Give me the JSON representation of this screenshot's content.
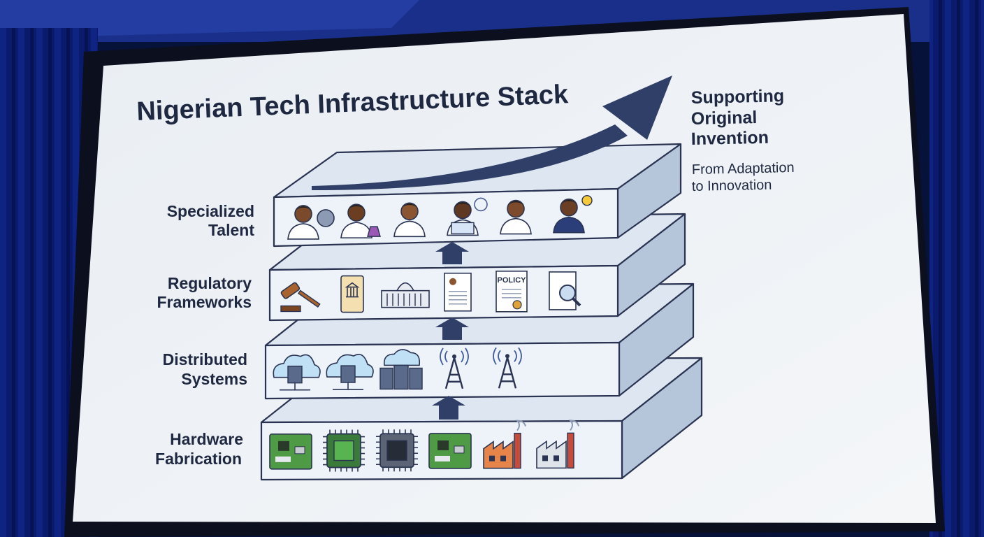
{
  "slide": {
    "title": "Nigerian Tech Infrastructure Stack",
    "side_heading": [
      "Supporting",
      "Original",
      "Invention"
    ],
    "side_subtext": [
      "From Adaptation",
      "to Innovation"
    ]
  },
  "layers": [
    {
      "label_lines": [
        "Specialized",
        "Talent"
      ],
      "icons": [
        "engineer-with-gear-icon",
        "scientist-with-flask-icon",
        "doctor-icon",
        "researcher-laptop-icon",
        "nurse-icon",
        "innovator-lightbulb-icon"
      ]
    },
    {
      "label_lines": [
        "Regulatory",
        "Frameworks"
      ],
      "icons": [
        "gavel-icon",
        "decree-scroll-icon",
        "government-building-icon",
        "legal-document-icon",
        "policy-certificate-icon",
        "document-review-icon"
      ],
      "policy_text": "POLICY"
    },
    {
      "label_lines": [
        "Distributed",
        "Systems"
      ],
      "icons": [
        "cloud-server-icon",
        "cloud-server-icon",
        "data-center-icon",
        "cell-tower-icon",
        "cell-tower-icon"
      ]
    },
    {
      "label_lines": [
        "Hardware",
        "Fabrication"
      ],
      "icons": [
        "circuit-board-icon",
        "microchip-icon",
        "processor-icon",
        "motherboard-icon",
        "factory-icon",
        "factory-icon"
      ]
    }
  ],
  "colors": {
    "slide_bg": "#eef2f6",
    "layer_front": "#eef3fa",
    "layer_top": "#dde6f1",
    "layer_side": "#b6c6da",
    "outline": "#2a3452",
    "arrow": "#2f3f68"
  }
}
